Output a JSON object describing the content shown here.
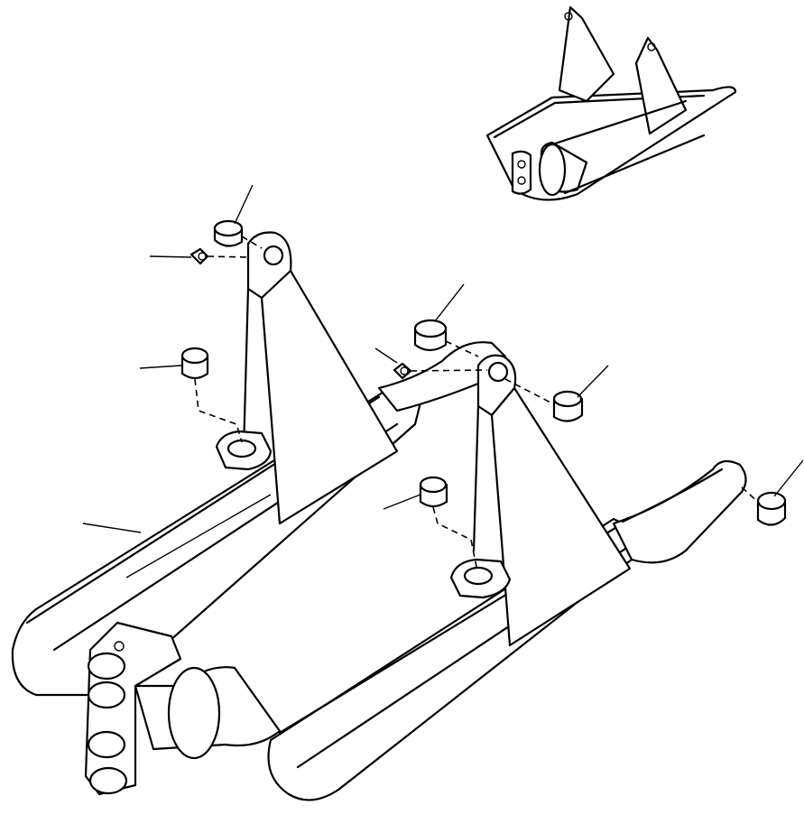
{
  "figure": {
    "kind": "exploded parts illustration",
    "parts": [
      "main-frame",
      "inset-frame-thumbnail",
      "bushing",
      "grease-fitting"
    ]
  },
  "colors": {
    "stroke": "#000000",
    "background": "#ffffff"
  }
}
